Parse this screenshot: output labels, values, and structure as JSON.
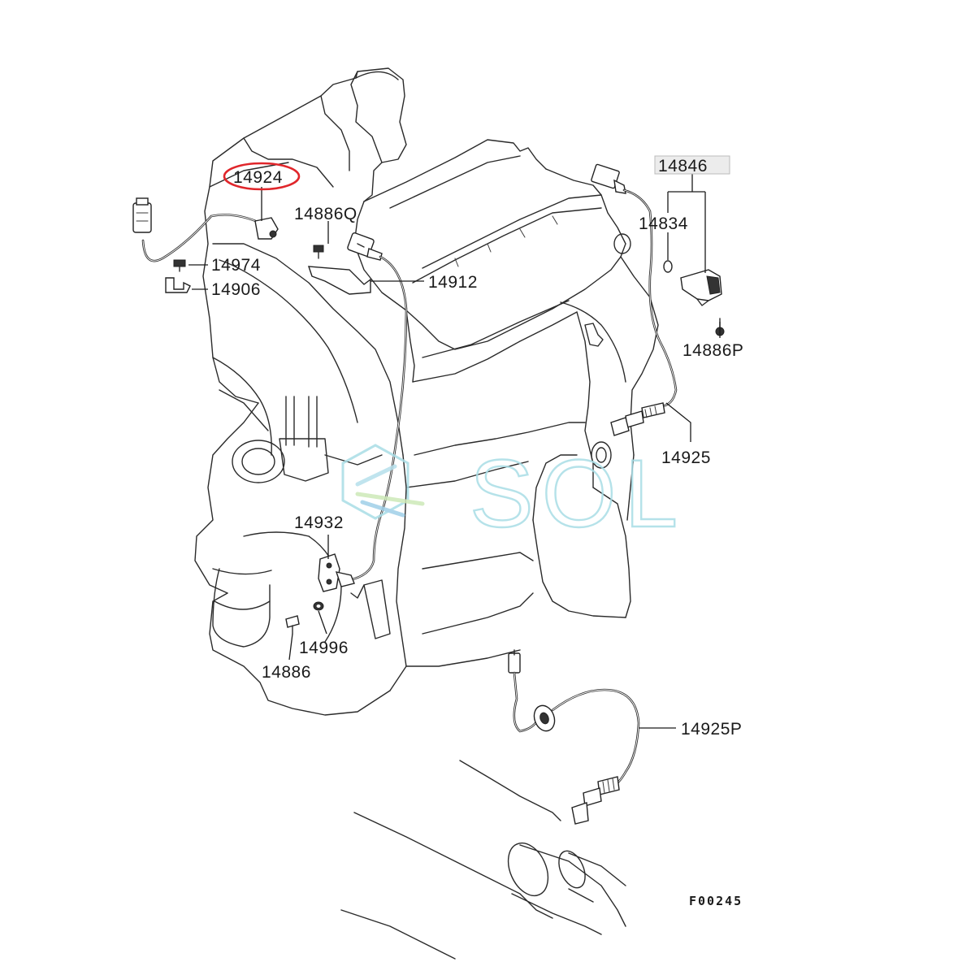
{
  "diagram": {
    "figure_code": "F00245",
    "watermark": "SOL",
    "highlight_color": "#e0262b",
    "watermark_color": "#a9dde6",
    "boxed_label_fill": "#ececec",
    "parts": {
      "p14924": "14924",
      "p14886Q": "14886Q",
      "p14974": "14974",
      "p14906": "14906",
      "p14912": "14912",
      "p14846": "14846",
      "p14834": "14834",
      "p14886P": "14886P",
      "p14925": "14925",
      "p14932": "14932",
      "p14996": "14996",
      "p14886": "14886",
      "p14925P": "14925P"
    }
  }
}
